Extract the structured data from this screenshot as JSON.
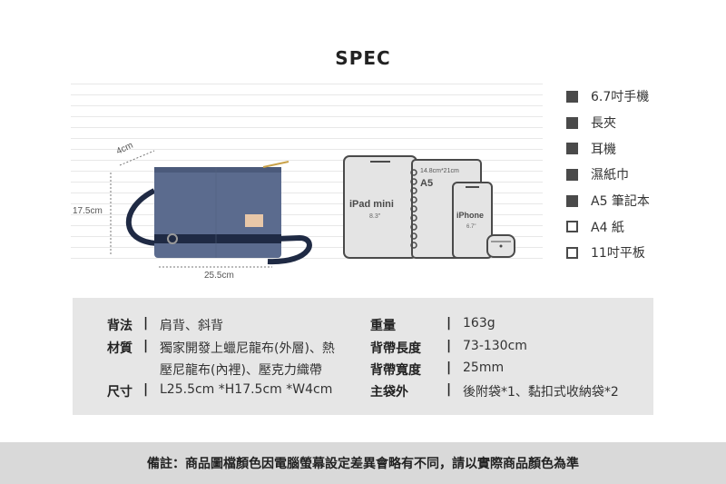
{
  "title": "SPEC",
  "dimensions": {
    "depth": "4cm",
    "height": "17.5cm",
    "width": "25.5cm"
  },
  "devices": {
    "ipad_name": "iPad mini",
    "ipad_size": "8.3\"",
    "a5_dim": "14.8cm*21cm",
    "a5_label": "A5",
    "iphone_name": "iPhone",
    "iphone_size": "6.7\""
  },
  "legend": [
    {
      "label": "6.7吋手機",
      "style": "filled"
    },
    {
      "label": "長夾",
      "style": "filled"
    },
    {
      "label": "耳機",
      "style": "filled"
    },
    {
      "label": "濕紙巾",
      "style": "filled"
    },
    {
      "label": "A5 筆記本",
      "style": "filled"
    },
    {
      "label": "A4 紙",
      "style": "hollow"
    },
    {
      "label": "11吋平板",
      "style": "hollow"
    }
  ],
  "specs": {
    "separator": "|",
    "left": [
      {
        "label": "背法",
        "value": "肩背、斜背"
      },
      {
        "label": "材質",
        "value": "獨家開發上蠟尼龍布(外層)、熱",
        "value2": "壓尼龍布(內裡)、壓克力織帶"
      },
      {
        "label": "尺寸",
        "value": "L25.5cm *H17.5cm *W4cm"
      }
    ],
    "right": [
      {
        "label": "重量",
        "value": "163g"
      },
      {
        "label": "背帶長度",
        "value": "73-130cm"
      },
      {
        "label": "背帶寬度",
        "value": "25mm"
      },
      {
        "label": "主袋外",
        "value": "後附袋*1、黏扣式收納袋*2"
      }
    ]
  },
  "note": "備註：商品圖檔顏色因電腦螢幕設定差異會略有不同，請以實際商品顏色為準",
  "colors": {
    "bag": "#5b6b8e",
    "strap": "#1f2a44",
    "device_fill": "#e4e4e4",
    "device_stroke": "#4a4a4a",
    "spec_bg": "#e6e6e6",
    "note_bg": "#d9d9d9"
  }
}
